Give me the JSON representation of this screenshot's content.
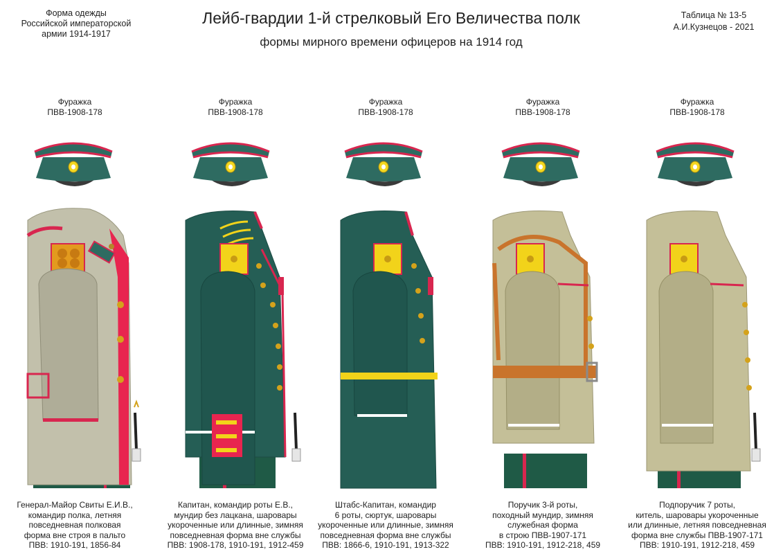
{
  "header": {
    "left_lines": [
      "Форма одежды",
      "Российской императорской",
      "армии  1914-1917"
    ],
    "title": "Лейб-гвардии 1-й стрелковый Его Величества полк",
    "subtitle": "формы мирного времени офицеров на 1914 год",
    "right_lines": [
      "Таблица № 13-5",
      "А.И.Кузнецов - 2021"
    ]
  },
  "colors": {
    "cap_green": "#2e6b61",
    "band_dark": "#1d4f47",
    "piping_red": "#d8264f",
    "visor_black": "#222222",
    "greatcoat_grey": "#c2c0ab",
    "tunic_green": "#255e55",
    "khaki": "#c4bf98",
    "epaulette_yellow": "#f2d31a",
    "leather_brown": "#c9742c",
    "trouser_green": "#1f5a46"
  },
  "figures": [
    {
      "cap_title": "Фуражка",
      "cap_code": "ПВВ-1908-178",
      "caption_lines": [
        "Генерал-Майор Свиты Е.И.В.,",
        "командир полка, летняя",
        "повседневная полковая",
        "форма вне строя в пальто",
        "ПВВ: 1910-191, 1856-84"
      ]
    },
    {
      "cap_title": "Фуражка",
      "cap_code": "ПВВ-1908-178",
      "caption_lines": [
        "Капитан, командир роты Е.В.,",
        "мундир без лацкана, шаровары",
        "укороченные или длинные, зимняя",
        "повседневная форма вне службы",
        "ПВВ: 1908-178, 1910-191, 1912-459"
      ]
    },
    {
      "cap_title": "Фуражка",
      "cap_code": "ПВВ-1908-178",
      "caption_lines": [
        "Штабс-Капитан, командир",
        "6 роты, сюртук, шаровары",
        "укороченные или длинные, зимняя",
        "повседневная форма вне службы",
        "ПВВ: 1866-6, 1910-191, 1913-322"
      ]
    },
    {
      "cap_title": "Фуражка",
      "cap_code": "ПВВ-1908-178",
      "caption_lines": [
        "Поручик 3-й роты,",
        "походный мундир, зимняя",
        "служебная форма",
        "в строю ПВВ-1907-171",
        "ПВВ: 1910-191, 1912-218, 459"
      ]
    },
    {
      "cap_title": "Фуражка",
      "cap_code": "ПВВ-1908-178",
      "caption_lines": [
        "Подпоручик 7 роты,",
        "китель, шаровары укороченные",
        "или длинные, летняя повседневная",
        "форма вне службы ПВВ-1907-171",
        "ПВВ: 1910-191, 1912-218, 459"
      ]
    }
  ]
}
